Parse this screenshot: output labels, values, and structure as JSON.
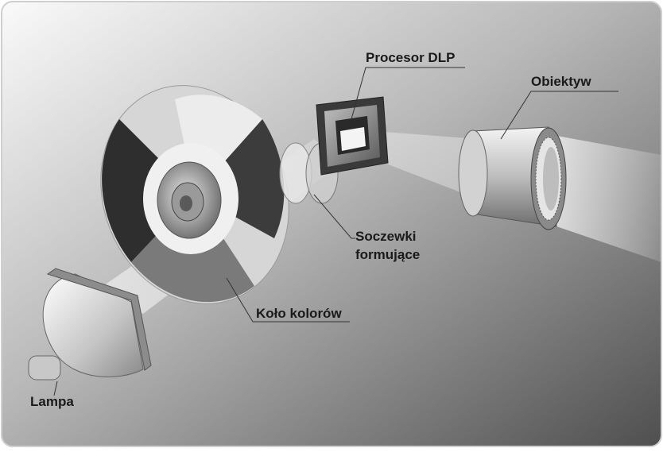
{
  "diagram": {
    "labels": {
      "processor": "Procesor DLP",
      "objective": "Obiektyw",
      "lenses_line1": "Soczewki",
      "lenses_line2": "formujące",
      "color_wheel": "Koło kolorów",
      "lamp": "Lampa"
    },
    "colors": {
      "background_light": "#f2f2f2",
      "background_dark": "#5a5a5a",
      "frame_border": "#d0d0d0"
    }
  }
}
